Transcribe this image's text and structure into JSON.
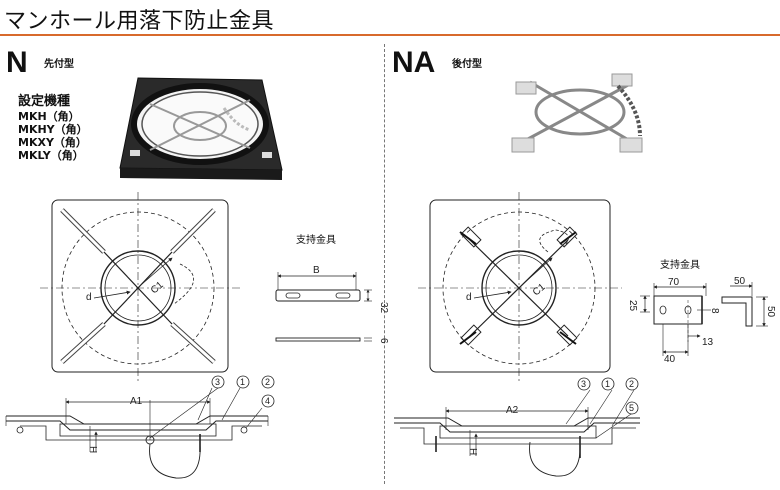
{
  "page": {
    "title": "マンホール用落下防止金具",
    "accent_color": "#d86a2c"
  },
  "left": {
    "letter": "N",
    "type_label": "先付型",
    "models_heading": "設定機種",
    "models": [
      "MKH（角）",
      "MKHY（角）",
      "MKXY（角）",
      "MKLY（角）"
    ],
    "bracket_title": "支持金具",
    "dims": {
      "b": "B",
      "height": "32",
      "thickness": "6",
      "d": "d",
      "c1": "C1",
      "a1": "A1",
      "h": "H"
    },
    "callouts": [
      "3",
      "1",
      "2",
      "4"
    ]
  },
  "right": {
    "letter": "NA",
    "type_label": "後付型",
    "bracket_title": "支持金具",
    "dims": {
      "w70": "70",
      "w50": "50",
      "h25": "25",
      "h8": "8",
      "h50": "50",
      "w40": "40",
      "w13": "13",
      "d": "d",
      "c1": "C1",
      "a2": "A2",
      "h": "H"
    },
    "callouts": [
      "3",
      "1",
      "2",
      "5"
    ]
  }
}
